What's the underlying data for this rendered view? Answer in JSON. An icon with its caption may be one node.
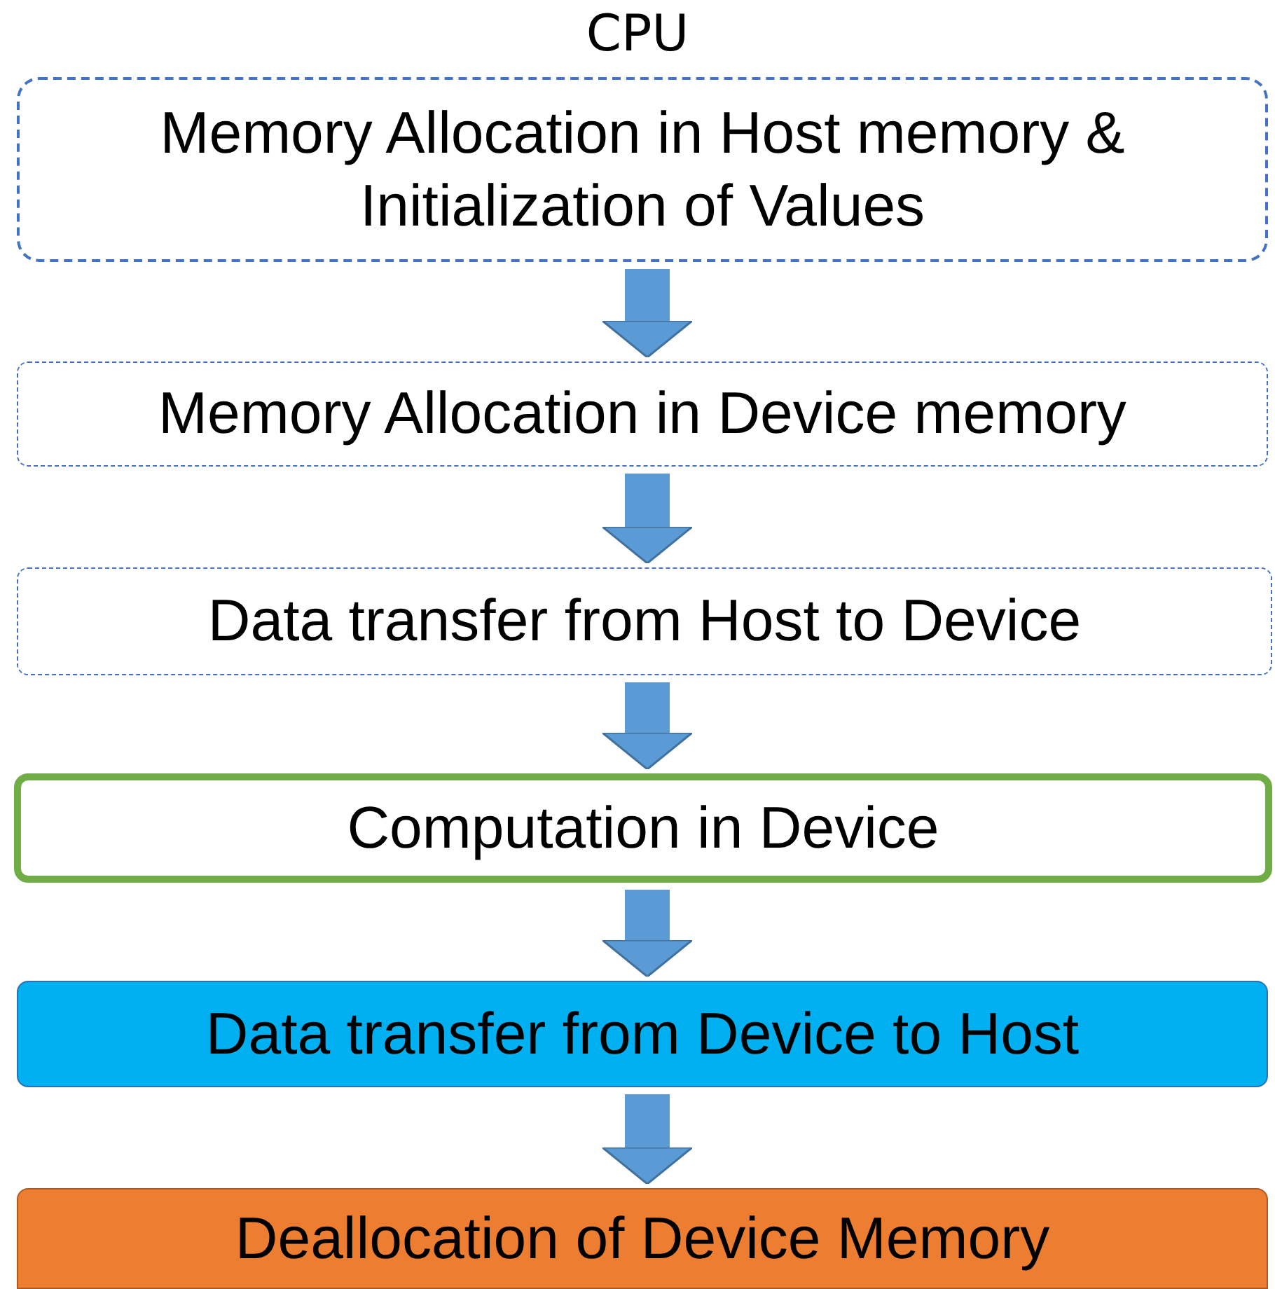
{
  "diagram": {
    "title": "CPU",
    "nodes": [
      {
        "text": [
          "Memory Allocation in Host memory & Initialization of Values"
        ]
      },
      {
        "text": [
          "Memory Allocation in Device memory"
        ]
      },
      {
        "text": [
          "Data transfer from Host to Device"
        ]
      },
      {
        "text": [
          "Computation in Device"
        ]
      },
      {
        "text": [
          "Data transfer from Device to Host"
        ]
      },
      {
        "text": [
          "Deallocation of Device Memory"
        ]
      }
    ],
    "edges": [
      {
        "from": 0,
        "to": 1,
        "arrow": "to"
      },
      {
        "from": 1,
        "to": 2,
        "arrow": "to"
      },
      {
        "from": 2,
        "to": 3,
        "arrow": "to"
      },
      {
        "from": 3,
        "to": 4,
        "arrow": "to"
      },
      {
        "from": 4,
        "to": 5,
        "arrow": "to"
      }
    ]
  }
}
